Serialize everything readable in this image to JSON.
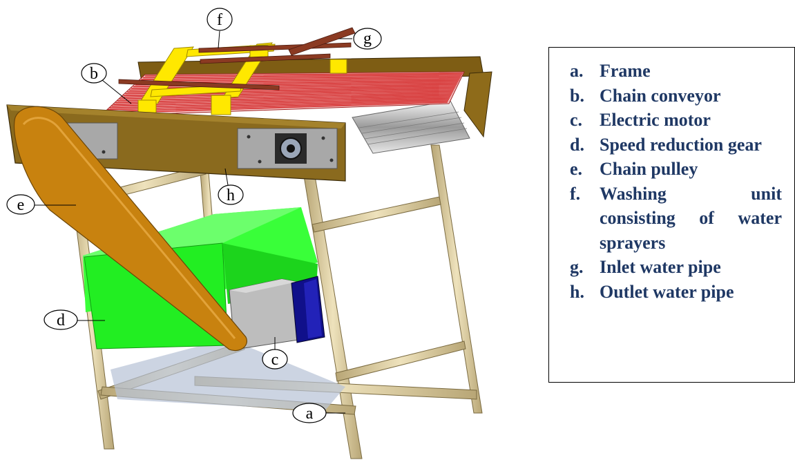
{
  "colors": {
    "frame_wood": "#8a6a1e",
    "leg": "#d8c89a",
    "conveyor_red": "#d42a2a",
    "washing_unit": "#ffe800",
    "pipe": "#8b3a22",
    "gearbox": "#22ff22",
    "motor": "#b8b8b8",
    "motor_end": "#10108a",
    "pulley": "#c8820f",
    "legend_text": "#1f3864"
  },
  "callouts": [
    {
      "letter": "f"
    },
    {
      "letter": "g"
    },
    {
      "letter": "b"
    },
    {
      "letter": "h"
    },
    {
      "letter": "e"
    },
    {
      "letter": "d"
    },
    {
      "letter": "c"
    },
    {
      "letter": "a"
    }
  ],
  "legend": {
    "items": [
      {
        "letter": "a.",
        "text": "Frame"
      },
      {
        "letter": "b.",
        "text": "Chain conveyor"
      },
      {
        "letter": "c.",
        "text": "Electric motor"
      },
      {
        "letter": "d.",
        "text": "Speed reduction gear"
      },
      {
        "letter": "e.",
        "text": "Chain pulley"
      },
      {
        "letter": "f.",
        "text": "Washing unit consisting of water sprayers"
      },
      {
        "letter": "g.",
        "text": "Inlet water pipe"
      },
      {
        "letter": "h.",
        "text": "Outlet water pipe"
      }
    ]
  }
}
